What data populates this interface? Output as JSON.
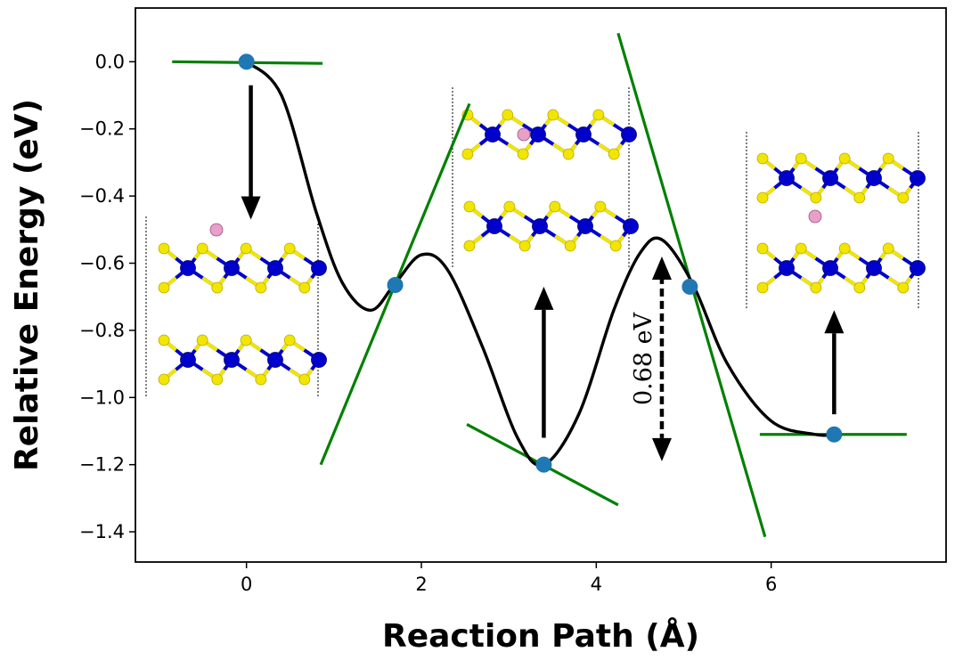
{
  "chart_data": {
    "type": "line",
    "title": "",
    "xlabel": "Reaction Path (Å)",
    "ylabel": "Relative Energy (eV)",
    "xlim": [
      -1.27,
      8.0
    ],
    "ylim": [
      -1.49,
      0.16
    ],
    "xticks": [
      0,
      2,
      4,
      6
    ],
    "yticks": [
      0.0,
      -0.2,
      -0.4,
      -0.6,
      -0.8,
      -1.0,
      -1.2,
      -1.4
    ],
    "grid": false,
    "legend": "none",
    "curve": [
      {
        "x": 0.0,
        "y": 0.0
      },
      {
        "x": 0.4,
        "y": -0.1
      },
      {
        "x": 0.8,
        "y": -0.45
      },
      {
        "x": 1.1,
        "y": -0.66
      },
      {
        "x": 1.42,
        "y": -0.74
      },
      {
        "x": 1.7,
        "y": -0.66
      },
      {
        "x": 2.0,
        "y": -0.575
      },
      {
        "x": 2.3,
        "y": -0.62
      },
      {
        "x": 2.7,
        "y": -0.85
      },
      {
        "x": 3.1,
        "y": -1.12
      },
      {
        "x": 3.4,
        "y": -1.2
      },
      {
        "x": 3.8,
        "y": -1.05
      },
      {
        "x": 4.2,
        "y": -0.74
      },
      {
        "x": 4.5,
        "y": -0.57
      },
      {
        "x": 4.75,
        "y": -0.53
      },
      {
        "x": 5.1,
        "y": -0.66
      },
      {
        "x": 5.5,
        "y": -0.9
      },
      {
        "x": 6.0,
        "y": -1.07
      },
      {
        "x": 6.5,
        "y": -1.11
      },
      {
        "x": 6.72,
        "y": -1.11
      }
    ],
    "points": [
      {
        "x": 0.0,
        "y": 0.0
      },
      {
        "x": 1.7,
        "y": -0.665
      },
      {
        "x": 3.4,
        "y": -1.2
      },
      {
        "x": 5.07,
        "y": -0.67
      },
      {
        "x": 6.72,
        "y": -1.11
      }
    ],
    "tangents": [
      {
        "x1": -0.85,
        "y1": 0.0,
        "x2": 0.87,
        "y2": -0.005
      },
      {
        "x1": 0.85,
        "y1": -1.2,
        "x2": 2.55,
        "y2": -0.125
      },
      {
        "x1": 2.52,
        "y1": -1.08,
        "x2": 4.25,
        "y2": -1.32
      },
      {
        "x1": 4.25,
        "y1": 0.085,
        "x2": 5.93,
        "y2": -1.415
      },
      {
        "x1": 5.87,
        "y1": -1.11,
        "x2": 7.55,
        "y2": -1.11
      }
    ],
    "arrows": [
      {
        "x": 0.05,
        "y_from": -0.07,
        "y_to": -0.47
      },
      {
        "x": 3.4,
        "y_from": -1.12,
        "y_to": -0.67
      },
      {
        "x": 6.72,
        "y_from": -1.05,
        "y_to": -0.74
      }
    ],
    "barrier": {
      "label": "0.68 eV",
      "x": 4.75,
      "y_top": -0.58,
      "y_bottom": -1.19
    },
    "colors": {
      "curve": "#000000",
      "points": "#1f77b4",
      "tangent": "#008000",
      "sulfur": "#f2e600",
      "metal": "#0000cc",
      "ion": "#e8a0c8"
    }
  }
}
